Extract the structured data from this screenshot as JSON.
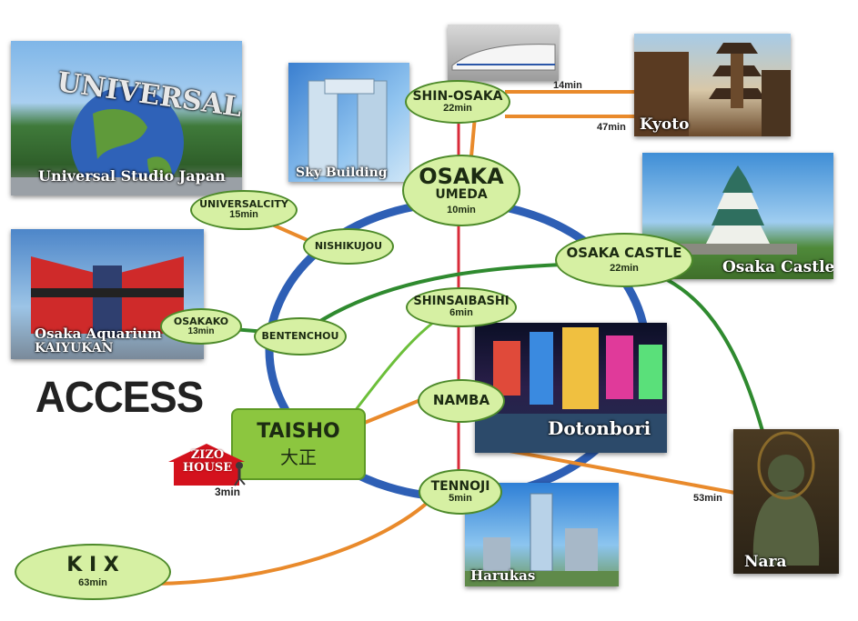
{
  "heading": "ACCESS",
  "hub": {
    "name": "TAISHO",
    "name_jp": "大正"
  },
  "house": {
    "name_line1": "ZIZO",
    "name_line2": "HOUSE",
    "time": "3min"
  },
  "stations": {
    "shin_osaka": {
      "name": "SHIN-OSAKA",
      "time": "22min"
    },
    "osaka": {
      "name": "OSAKA",
      "sub": "UMEDA",
      "time": "10min"
    },
    "universalcity": {
      "name": "UNIVERSALCITY",
      "time": "15min"
    },
    "nishikujou": {
      "name": "NISHIKUJOU"
    },
    "osaka_castle": {
      "name": "OSAKA CASTLE",
      "time": "22min"
    },
    "shinsaibashi": {
      "name": "SHINSAIBASHI",
      "time": "6min"
    },
    "osakako": {
      "name": "OSAKAKO",
      "time": "13min"
    },
    "bentenchou": {
      "name": "BENTENCHOU"
    },
    "namba": {
      "name": "NAMBA"
    },
    "tennoji": {
      "name": "TENNOJI",
      "time": "5min"
    },
    "kix": {
      "name": "K I X",
      "time": "63min"
    }
  },
  "route_times": {
    "kyoto_upper": "14min",
    "kyoto_lower": "47min",
    "nara": "53min"
  },
  "photos": {
    "universal": "Universal Studio Japan",
    "universal_sign": "UNIVERSAL",
    "sky": "Sky Building",
    "kyoto": "Kyoto",
    "castle": "Osaka Castle",
    "aquarium_line1": "Osaka Aquarium",
    "aquarium_line2": "KAIYUKAN",
    "dotonbori": "Dotonbori",
    "harukas": "Harukas",
    "nara": "Nara"
  },
  "colors": {
    "loop": "#2e5fb5",
    "green_line": "#2f8a2f",
    "light_green_line": "#6cbf3a",
    "orange_line": "#e98a2b",
    "red_line": "#d92b3a",
    "station_fill": "#d6f0a3",
    "hub_fill": "#8cc63f",
    "house_red": "#d4121d"
  }
}
